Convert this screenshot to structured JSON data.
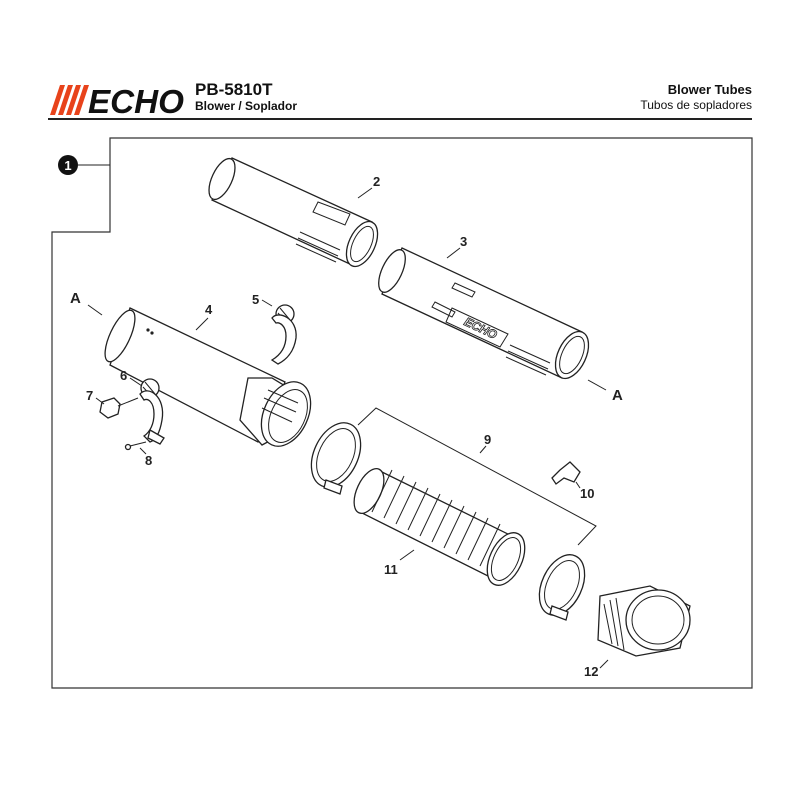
{
  "header": {
    "brand": "ECHO",
    "brand_color": "#e8431b",
    "model": "PB-5810T",
    "subtitle": "Blower / Soplador",
    "section_title": "Blower Tubes",
    "section_subtitle": "Tubos de sopladores"
  },
  "assembly_marker": "1",
  "callouts": {
    "p2": "2",
    "p3": "3",
    "p4": "4",
    "p5": "5",
    "p6": "6",
    "p7": "7",
    "p8": "8",
    "p9": "9",
    "p10": "10",
    "p11": "11",
    "p12": "12"
  },
  "connection_marker": "A",
  "tube_label": "ECHO"
}
